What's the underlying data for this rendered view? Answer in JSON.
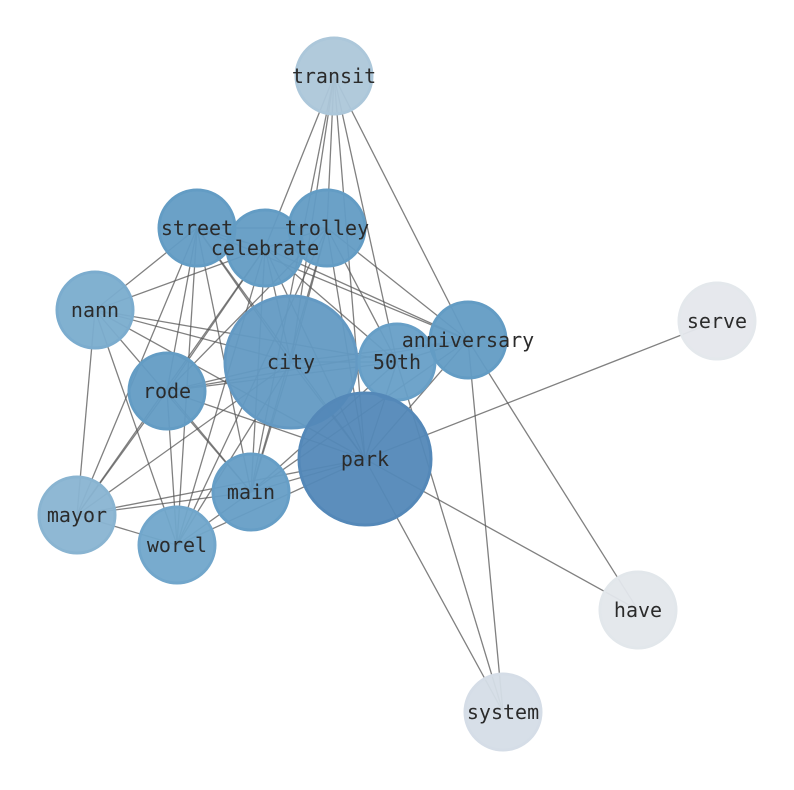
{
  "nodes": [
    {
      "id": "transit",
      "label": "transit",
      "color": "#b9d6ea",
      "size": "normal"
    },
    {
      "id": "street",
      "label": "street",
      "color": "#6aa8d3",
      "size": "normal"
    },
    {
      "id": "celebrate",
      "label": "celebrate",
      "color": "#6aa8d3",
      "size": "normal"
    },
    {
      "id": "trolley",
      "label": "trolley",
      "color": "#6aa8d3",
      "size": "normal"
    },
    {
      "id": "nann",
      "label": "nann",
      "color": "#84b9dd",
      "size": "normal"
    },
    {
      "id": "city",
      "label": "city",
      "color": "#6aa5d2",
      "size": "large"
    },
    {
      "id": "50th",
      "label": "50th",
      "color": "#6fabd6",
      "size": "normal"
    },
    {
      "id": "anniversary",
      "label": "anniversary",
      "color": "#6aa8d3",
      "size": "normal"
    },
    {
      "id": "serve",
      "label": "serve",
      "color": "#f5f9fe",
      "size": "normal"
    },
    {
      "id": "rode",
      "label": "rode",
      "color": "#6aa8d3",
      "size": "normal"
    },
    {
      "id": "park",
      "label": "park",
      "color": "#5a92c6",
      "size": "large"
    },
    {
      "id": "main",
      "label": "main",
      "color": "#6eaad5",
      "size": "normal"
    },
    {
      "id": "mayor",
      "label": "mayor",
      "color": "#93c2e1",
      "size": "normal"
    },
    {
      "id": "worel",
      "label": "worel",
      "color": "#79b3da",
      "size": "normal"
    },
    {
      "id": "have",
      "label": "have",
      "color": "#f3f8fd",
      "size": "normal"
    },
    {
      "id": "system",
      "label": "system",
      "color": "#e5eef8",
      "size": "normal"
    }
  ],
  "edges": [
    [
      "transit",
      "celebrate"
    ],
    [
      "transit",
      "trolley"
    ],
    [
      "transit",
      "city"
    ],
    [
      "transit",
      "50th"
    ],
    [
      "transit",
      "park"
    ],
    [
      "transit",
      "anniversary"
    ],
    [
      "transit",
      "main"
    ],
    [
      "street",
      "nann"
    ],
    [
      "street",
      "celebrate"
    ],
    [
      "street",
      "trolley"
    ],
    [
      "street",
      "rode"
    ],
    [
      "street",
      "mayor"
    ],
    [
      "street",
      "worel"
    ],
    [
      "street",
      "main"
    ],
    [
      "street",
      "city"
    ],
    [
      "street",
      "park"
    ],
    [
      "street",
      "anniversary"
    ],
    [
      "celebrate",
      "nann"
    ],
    [
      "celebrate",
      "rode"
    ],
    [
      "celebrate",
      "worel"
    ],
    [
      "celebrate",
      "main"
    ],
    [
      "celebrate",
      "city"
    ],
    [
      "celebrate",
      "50th"
    ],
    [
      "celebrate",
      "anniversary"
    ],
    [
      "celebrate",
      "park"
    ],
    [
      "celebrate",
      "trolley"
    ],
    [
      "celebrate",
      "mayor"
    ],
    [
      "trolley",
      "rode"
    ],
    [
      "trolley",
      "worel"
    ],
    [
      "trolley",
      "main"
    ],
    [
      "trolley",
      "anniversary"
    ],
    [
      "trolley",
      "park"
    ],
    [
      "trolley",
      "50th"
    ],
    [
      "trolley",
      "city"
    ],
    [
      "nann",
      "park"
    ],
    [
      "nann",
      "city"
    ],
    [
      "nann",
      "main"
    ],
    [
      "nann",
      "mayor"
    ],
    [
      "nann",
      "worel"
    ],
    [
      "nann",
      "50th"
    ],
    [
      "city",
      "rode"
    ],
    [
      "city",
      "50th"
    ],
    [
      "city",
      "anniversary"
    ],
    [
      "city",
      "park"
    ],
    [
      "city",
      "main"
    ],
    [
      "city",
      "worel"
    ],
    [
      "city",
      "mayor"
    ],
    [
      "50th",
      "park"
    ],
    [
      "50th",
      "anniversary"
    ],
    [
      "50th",
      "rode"
    ],
    [
      "50th",
      "main"
    ],
    [
      "50th",
      "system"
    ],
    [
      "anniversary",
      "park"
    ],
    [
      "anniversary",
      "system"
    ],
    [
      "anniversary",
      "have"
    ],
    [
      "anniversary",
      "main"
    ],
    [
      "anniversary",
      "rode"
    ],
    [
      "park",
      "serve"
    ],
    [
      "park",
      "have"
    ],
    [
      "park",
      "system"
    ],
    [
      "park",
      "main"
    ],
    [
      "park",
      "mayor"
    ],
    [
      "park",
      "worel"
    ],
    [
      "park",
      "rode"
    ],
    [
      "rode",
      "mayor"
    ],
    [
      "rode",
      "worel"
    ],
    [
      "rode",
      "main"
    ],
    [
      "mayor",
      "worel"
    ],
    [
      "mayor",
      "main"
    ],
    [
      "worel",
      "main"
    ]
  ],
  "edge_color": "#555555"
}
